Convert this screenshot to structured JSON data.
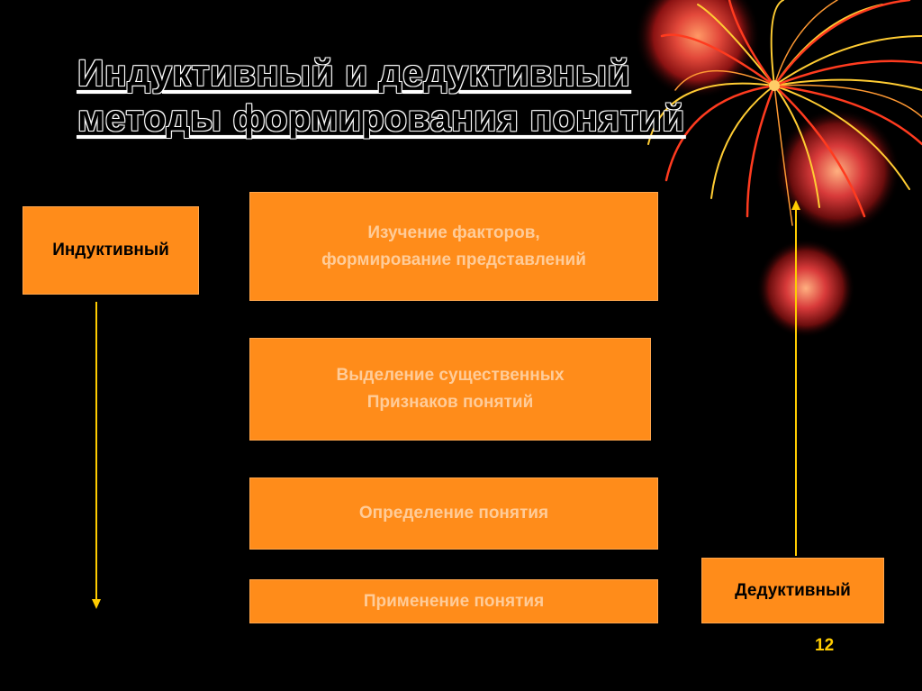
{
  "title": {
    "line1": "Индуктивный и дедуктивный",
    "line2": "методы формирования понятий"
  },
  "inductive_label": "Индуктивный",
  "deductive_label": "Дедуктивный",
  "steps": [
    {
      "line1": "Изучение факторов,",
      "line2": "формирование представлений"
    },
    {
      "line1": "Выделение существенных",
      "line2": "Признаков понятий"
    },
    {
      "line1": "Определение понятия"
    },
    {
      "line1": "Применение понятия"
    }
  ],
  "page_number": "12",
  "colors": {
    "background": "#000000",
    "box_fill": "#ff8c1a",
    "step_text": "#ffcc99",
    "arrow": "#ffcc00"
  },
  "icons": {
    "down_arrow": "arrow-down-icon",
    "up_arrow": "arrow-up-icon",
    "decoration": "firework-decoration"
  }
}
